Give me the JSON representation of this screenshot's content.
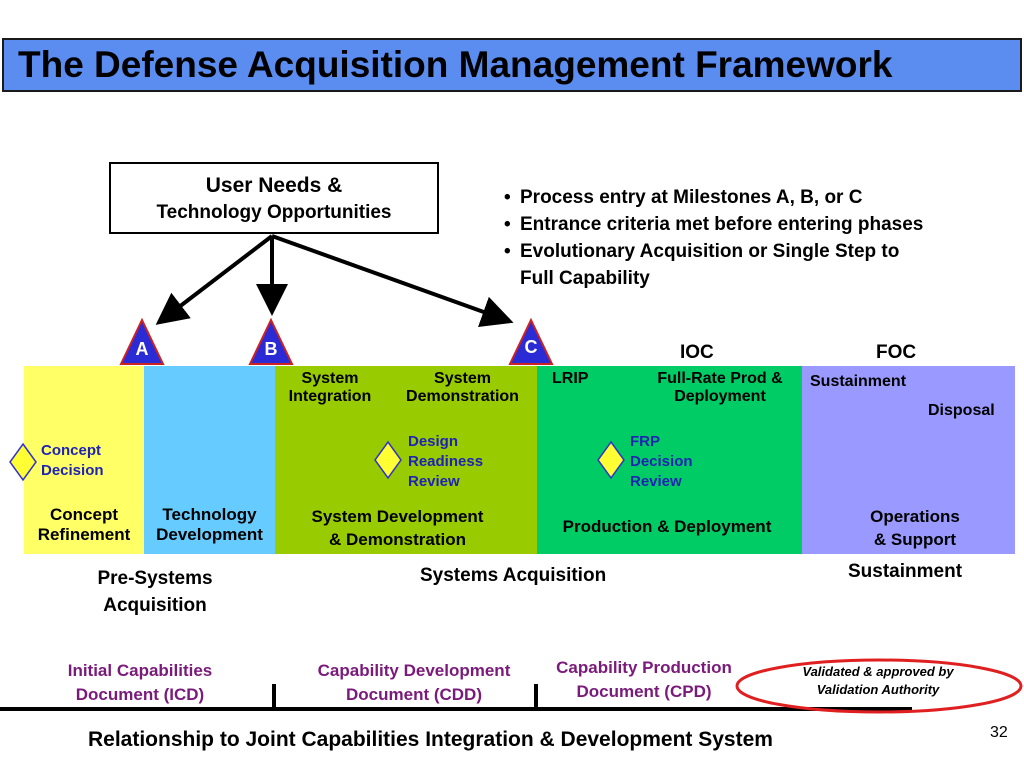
{
  "title": "The Defense Acquisition Management Framework",
  "user_needs": {
    "line1": "User Needs &",
    "line2": "Technology Opportunities"
  },
  "bullets": [
    "Process entry at Milestones A, B, or C",
    "Entrance criteria met before entering phases",
    "Evolutionary Acquisition or Single Step to",
    "Full Capability"
  ],
  "milestones": {
    "a": "A",
    "b": "B",
    "c": "C",
    "ioc": "IOC",
    "foc": "FOC"
  },
  "colors": {
    "title_bg": "#5b8cf0",
    "concept": "#ffff66",
    "tech": "#66ccff",
    "sdd": "#99cc00",
    "production": "#00cc66",
    "ops": "#9999ff",
    "milestone": "#2b2bd6",
    "diamond": "#ffff33",
    "highlight": "#e02020"
  },
  "phases": {
    "sys_integration": {
      "l1": "System",
      "l2": "Integration"
    },
    "sys_demonstration": {
      "l1": "System",
      "l2": "Demonstration"
    },
    "lrip": "LRIP",
    "frp": {
      "l1": "Full-Rate Prod &",
      "l2": "Deployment"
    },
    "sustainment_small": "Sustainment",
    "disposal": "Disposal",
    "concept_refinement": {
      "l1": "Concept",
      "l2": "Refinement"
    },
    "tech_development": {
      "l1": "Technology",
      "l2": "Development"
    },
    "sdd": {
      "l1": "System Development",
      "l2": "& Demonstration"
    },
    "production": "Production & Deployment",
    "ops_support": {
      "l1": "Operations",
      "l2": "& Support"
    }
  },
  "decisions": {
    "concept": {
      "l1": "Concept",
      "l2": "Decision"
    },
    "design": {
      "l1": "Design",
      "l2": "Readiness",
      "l3": "Review"
    },
    "frp": {
      "l1": "FRP",
      "l2": "Decision",
      "l3": "Review"
    }
  },
  "categories": {
    "pre": {
      "l1": "Pre-Systems",
      "l2": "Acquisition"
    },
    "systems": "Systems Acquisition",
    "sustainment": "Sustainment"
  },
  "documents": {
    "icd": {
      "l1": "Initial Capabilities",
      "l2": "Document (ICD)"
    },
    "cdd": {
      "l1": "Capability Development",
      "l2": "Document (CDD)"
    },
    "cpd": {
      "l1": "Capability Production",
      "l2": "Document (CPD)"
    },
    "validated": {
      "l1": "Validated & approved by",
      "l2": "Validation Authority"
    }
  },
  "footer": "Relationship to Joint Capabilities Integration & Development System",
  "page_number": "32"
}
